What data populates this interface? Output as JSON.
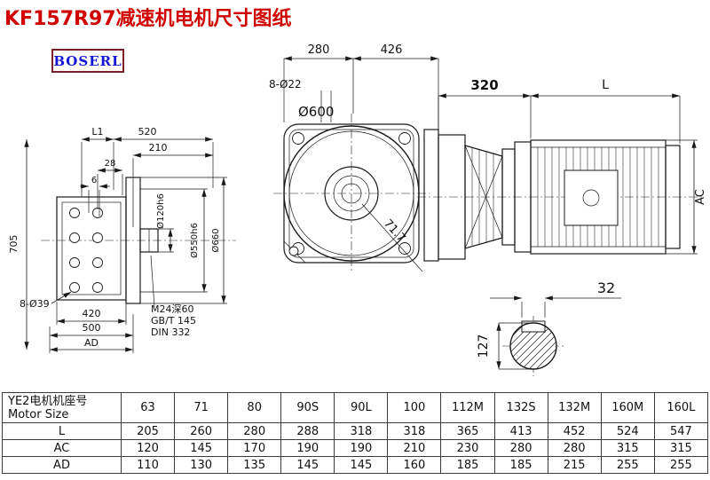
{
  "page": {
    "title": "KF157R97减速机电机尺寸图纸",
    "logo": "BOSERL"
  },
  "left_view": {
    "dim_l1": "L1",
    "dim_520": "520",
    "dim_210": "210",
    "dim_28": "28",
    "dim_6": "6",
    "dim_705": "705",
    "dia_shaft": "Ø120h6",
    "dia_spigot": "Ø550h6",
    "dia_flange": "Ø660",
    "holes": "8-Ø39",
    "dim_420": "420",
    "dim_500": "500",
    "dim_ad": "AD",
    "note_thread": "M24深60",
    "note_gb": "GB/T 145",
    "note_din": "DIN 332"
  },
  "front_view": {
    "dim_280": "280",
    "dim_426": "426",
    "holes": "8-Ø22",
    "dia_600": "Ø600",
    "dim_diag": "71.7"
  },
  "side_view": {
    "dim_320": "320",
    "dim_l": "L",
    "dim_ac": "AC"
  },
  "shaft_view": {
    "dim_32": "32",
    "dim_127": "127"
  },
  "table": {
    "header_line1": "YE2电机机座号",
    "header_line2": "Motor Size",
    "sizes": [
      "63",
      "71",
      "80",
      "90S",
      "90L",
      "100",
      "112M",
      "132S",
      "132M",
      "160M",
      "160L"
    ],
    "rows": [
      {
        "label": "L",
        "values": [
          "205",
          "260",
          "280",
          "288",
          "318",
          "318",
          "365",
          "413",
          "452",
          "524",
          "547"
        ]
      },
      {
        "label": "AC",
        "values": [
          "120",
          "145",
          "170",
          "190",
          "190",
          "210",
          "230",
          "280",
          "280",
          "315",
          "315"
        ]
      },
      {
        "label": "AD",
        "values": [
          "110",
          "130",
          "135",
          "145",
          "145",
          "160",
          "185",
          "185",
          "215",
          "255",
          "255"
        ]
      }
    ]
  }
}
